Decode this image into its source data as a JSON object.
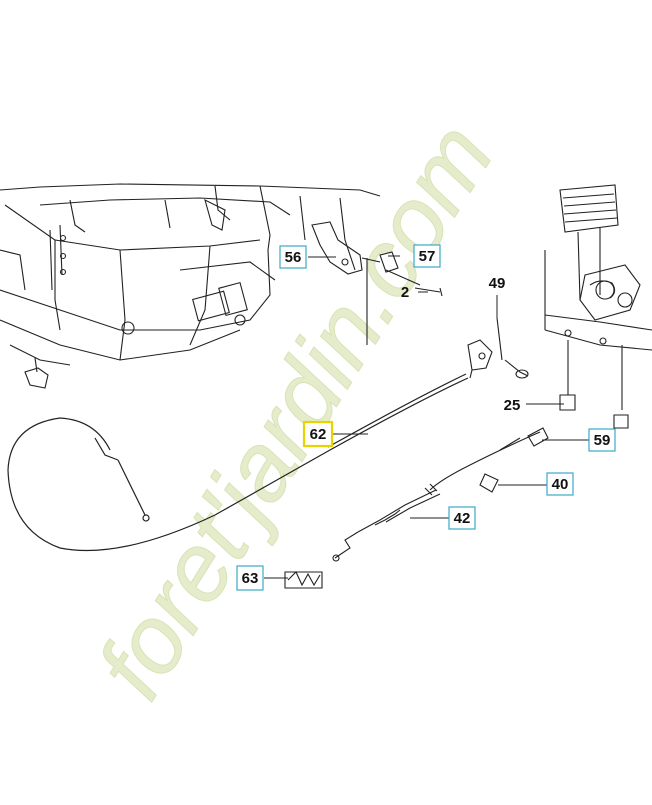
{
  "diagram": {
    "callouts": [
      {
        "id": "56",
        "label": "56",
        "boxed": true,
        "highlight": false
      },
      {
        "id": "57",
        "label": "57",
        "boxed": true,
        "highlight": false
      },
      {
        "id": "2",
        "label": "2",
        "boxed": false,
        "highlight": false
      },
      {
        "id": "49",
        "label": "49",
        "boxed": false,
        "highlight": false
      },
      {
        "id": "25",
        "label": "25",
        "boxed": false,
        "highlight": false
      },
      {
        "id": "62",
        "label": "62",
        "boxed": true,
        "highlight": true
      },
      {
        "id": "59",
        "label": "59",
        "boxed": true,
        "highlight": false
      },
      {
        "id": "40",
        "label": "40",
        "boxed": true,
        "highlight": false
      },
      {
        "id": "42",
        "label": "42",
        "boxed": true,
        "highlight": false
      },
      {
        "id": "63",
        "label": "63",
        "boxed": true,
        "highlight": false
      }
    ],
    "colors": {
      "box_border": "#3aa9c9",
      "highlight_border": "#e8d400",
      "line": "#222222",
      "watermark": "#e4ebc9",
      "watermark_accent": "#f6d9a8"
    }
  },
  "watermark": {
    "text": "foret'jardin.com"
  }
}
